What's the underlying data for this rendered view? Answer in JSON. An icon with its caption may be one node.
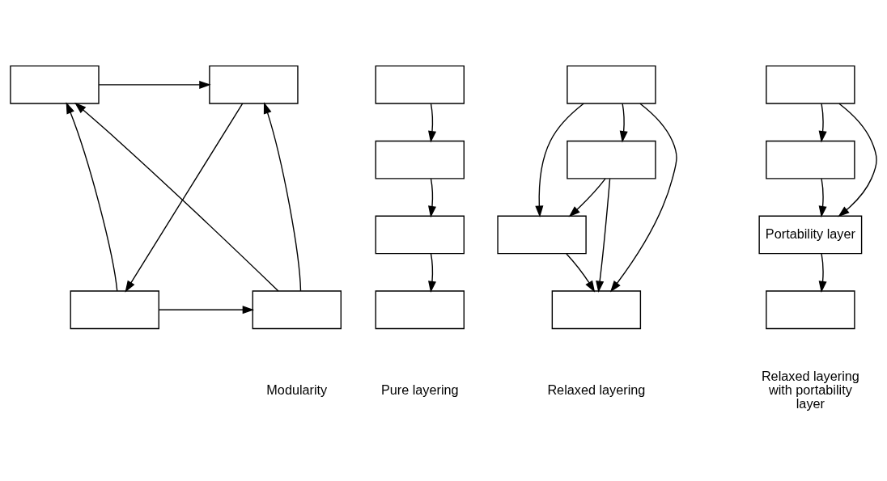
{
  "diagram": {
    "nodes": [
      {
        "text": [],
        "shape": "box"
      },
      {
        "text": [],
        "shape": "box"
      },
      {
        "text": [],
        "shape": "box"
      },
      {
        "text": [],
        "shape": "box"
      },
      {
        "text": [],
        "shape": "box"
      },
      {
        "text": [],
        "shape": "box"
      },
      {
        "text": [],
        "shape": "box"
      },
      {
        "text": [],
        "shape": "box"
      },
      {
        "text": [],
        "shape": "box"
      },
      {
        "text": [],
        "shape": "box"
      },
      {
        "text": [],
        "shape": "box"
      },
      {
        "text": [],
        "shape": "box"
      },
      {
        "text": [],
        "shape": "box"
      },
      {
        "text": [],
        "shape": "box"
      },
      {
        "text": [
          "Portability layer"
        ]
      },
      {
        "text": [],
        "shape": "box"
      }
    ],
    "edges": [
      {
        "from": 0,
        "to": 1,
        "arrow": "to"
      },
      {
        "from": 2,
        "to": 0,
        "arrow": "to"
      },
      {
        "from": 3,
        "to": 0,
        "arrow": "to"
      },
      {
        "from": 1,
        "to": 2,
        "arrow": "to"
      },
      {
        "from": 3,
        "to": 1,
        "arrow": "to"
      },
      {
        "from": 2,
        "to": 3,
        "arrow": "to"
      },
      {
        "from": 4,
        "to": 5,
        "arrow": "to"
      },
      {
        "from": 5,
        "to": 6,
        "arrow": "to"
      },
      {
        "from": 6,
        "to": 7,
        "arrow": "to"
      },
      {
        "from": 8,
        "to": 9,
        "arrow": "to"
      },
      {
        "from": 8,
        "to": 10,
        "arrow": "to"
      },
      {
        "from": 8,
        "to": 11,
        "arrow": "to"
      },
      {
        "from": 9,
        "to": 10,
        "arrow": "to"
      },
      {
        "from": 9,
        "to": 11,
        "arrow": "to"
      },
      {
        "from": 10,
        "to": 11,
        "arrow": "to"
      },
      {
        "from": 12,
        "to": 13,
        "arrow": "to"
      },
      {
        "from": 12,
        "to": 14,
        "arrow": "to"
      },
      {
        "from": 13,
        "to": 14,
        "arrow": "to"
      },
      {
        "from": 14,
        "to": 15,
        "arrow": "to"
      }
    ],
    "labels": [
      "Modularity",
      "Pure layering",
      "Relaxed layering",
      "Relaxed layering with portability layer"
    ]
  }
}
